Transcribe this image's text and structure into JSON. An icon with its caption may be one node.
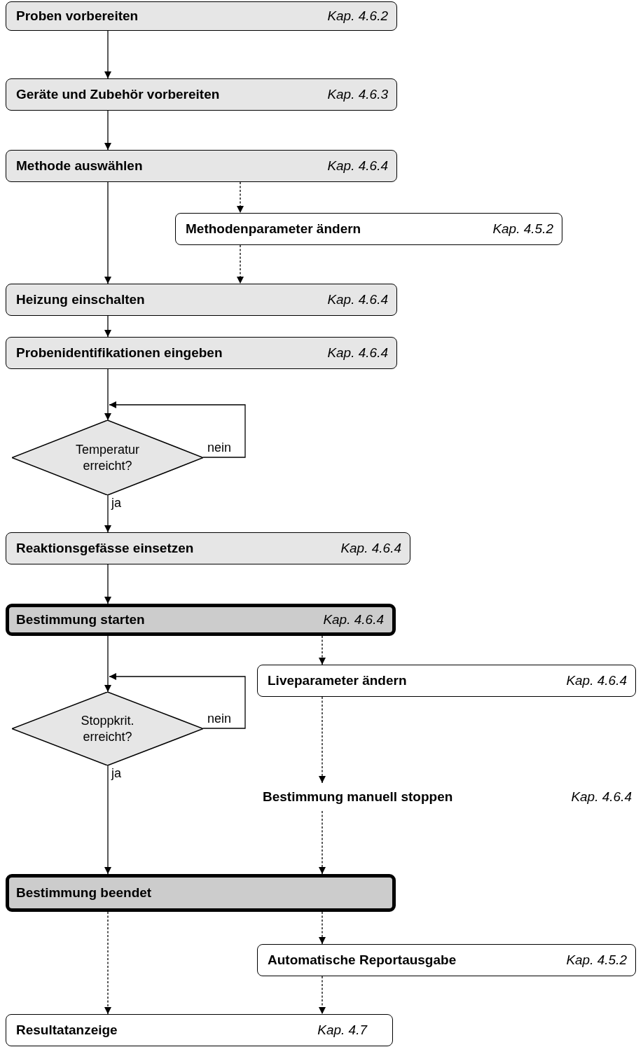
{
  "diagram": {
    "nodes": [
      {
        "text": [
          "Proben vorbereiten",
          "Kap. 4.6.2"
        ]
      },
      {
        "text": [
          "Geräte und Zubehör vorbereiten",
          "Kap. 4.6.3"
        ]
      },
      {
        "text": [
          "Methode auswählen",
          "Kap. 4.6.4"
        ]
      },
      {
        "text": [
          "Methodenparameter ändern",
          "Kap. 4.5.2"
        ]
      },
      {
        "text": [
          "Heizung einschalten",
          "Kap. 4.6.4"
        ]
      },
      {
        "text": [
          "Probenidentifikationen eingeben",
          "Kap. 4.6.4"
        ]
      },
      {
        "text": [
          "Temperatur erreicht?"
        ]
      },
      {
        "text": [
          "Reaktionsgefässe einsetzen",
          "Kap. 4.6.4"
        ]
      },
      {
        "text": [
          "Bestimmung starten",
          "Kap. 4.6.4"
        ]
      },
      {
        "text": [
          "Liveparameter ändern",
          "Kap. 4.6.4"
        ]
      },
      {
        "text": [
          "Stoppkrit. erreicht?"
        ]
      },
      {
        "text": [
          "Bestimmung manuell stoppen",
          "Kap. 4.6.4"
        ]
      },
      {
        "text": [
          "Bestimmung beendet"
        ]
      },
      {
        "text": [
          "Automatische Reportausgabe",
          "Kap. 4.5.2"
        ]
      },
      {
        "text": [
          "Resultatanzeige",
          "Kap. 4.7"
        ]
      }
    ],
    "edges": [
      {
        "from": 0,
        "to": 1,
        "arrow": "to"
      },
      {
        "from": 1,
        "to": 2,
        "arrow": "to"
      },
      {
        "from": 2,
        "to": 4,
        "arrow": "to"
      },
      {
        "from": 2,
        "to": 3,
        "arrow": "to",
        "style": "dashed"
      },
      {
        "from": 3,
        "to": 4,
        "arrow": "to",
        "style": "dashed"
      },
      {
        "from": 4,
        "to": 5,
        "arrow": "to"
      },
      {
        "from": 5,
        "to": 6,
        "arrow": "to"
      },
      {
        "from": 6,
        "to": 6,
        "arrow": "to",
        "label": "nein"
      },
      {
        "from": 6,
        "to": 7,
        "arrow": "to",
        "label": "ja"
      },
      {
        "from": 7,
        "to": 8,
        "arrow": "to"
      },
      {
        "from": 8,
        "to": 10,
        "arrow": "to"
      },
      {
        "from": 10,
        "to": 10,
        "arrow": "to",
        "label": "nein"
      },
      {
        "from": 10,
        "to": 12,
        "arrow": "to",
        "label": "ja"
      },
      {
        "from": 8,
        "to": 9,
        "arrow": "to",
        "style": "dashed"
      },
      {
        "from": 9,
        "to": 11,
        "arrow": "to",
        "style": "dashed"
      },
      {
        "from": 11,
        "to": 12,
        "arrow": "to",
        "style": "dashed"
      },
      {
        "from": 12,
        "to": 14,
        "arrow": "to",
        "style": "dashed"
      },
      {
        "from": 12,
        "to": 13,
        "arrow": "to",
        "style": "dashed"
      },
      {
        "from": 13,
        "to": 14,
        "arrow": "to",
        "style": "dashed"
      }
    ]
  }
}
